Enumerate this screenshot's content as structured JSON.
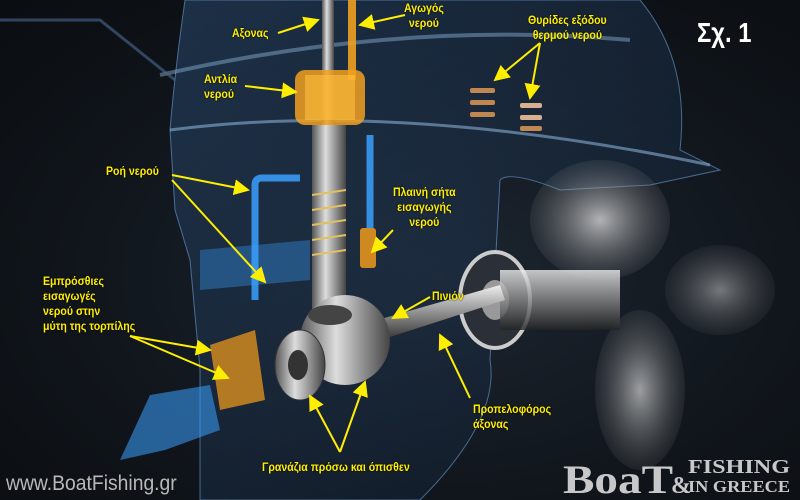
{
  "figure_label": "Σχ. 1",
  "labels": {
    "water_pipe": [
      "Αγωγός",
      "νερού"
    ],
    "shaft": "Αξονας",
    "hot_water_outlets": [
      "Θυρίδες εξόδου",
      "θερμού νερού"
    ],
    "water_pump": [
      "Αντλία",
      "νερού"
    ],
    "water_flow": "Ροή νερού",
    "side_intake_screen": [
      "Πλαινή σήτα",
      "εισαγωγής",
      "νερού"
    ],
    "front_intakes": [
      "Εμπρόσθιες",
      "εισαγωγές",
      "νερού στην",
      "μύτη της τορπίλης"
    ],
    "pinion": "Πινιόν",
    "propeller_shaft": [
      "Προπελοφόρος",
      "άξονας"
    ],
    "forward_reverse_gears": "Γρανάζια πρόσω και όπισθεν"
  },
  "website": "www.BoatFishing.gr",
  "logo": {
    "word1": "BoaT",
    "amp": "&",
    "line1": "FISHING",
    "line2": "IN GREECE"
  },
  "colors": {
    "label": "#ffee00",
    "water": "#3aa0ff",
    "pump": "#f0a020",
    "background": "#10151b"
  }
}
